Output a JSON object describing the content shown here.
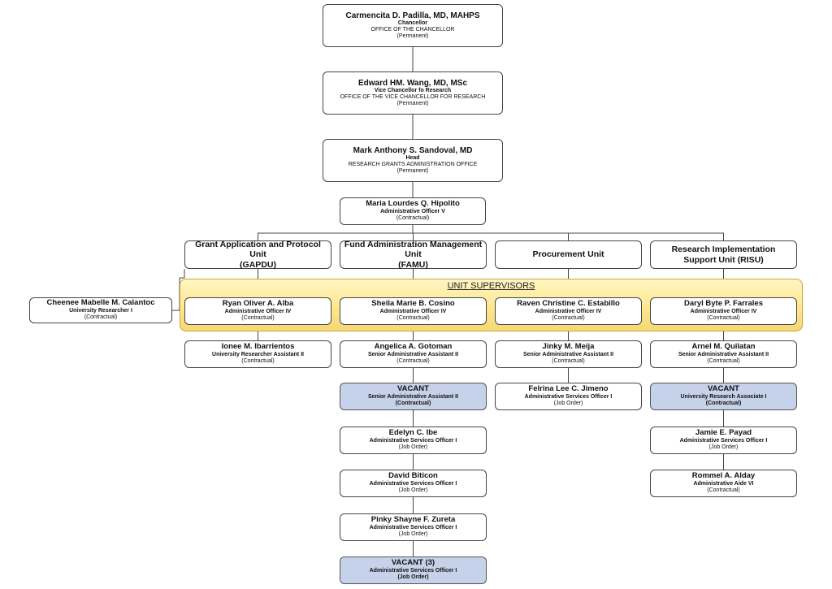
{
  "top": [
    {
      "name": "Carmencita D. Padilla, MD, MAHPS",
      "title": "Chancellor",
      "office": "OFFICE OF THE CHANCELLOR",
      "status": "(Permanent)"
    },
    {
      "name": "Edward HM. Wang, MD, MSc",
      "title": "Vice Chancellor fo Research",
      "office": "OFFICE OF THE VICE CHANCELLOR FOR RESEARCH",
      "status": "(Permanent)"
    },
    {
      "name": "Mark Anthony S. Sandoval, MD",
      "title": "Head",
      "office": "RESEARCH GRANTS ADMINISTRATION OFFICE",
      "status": "(Permanent)"
    },
    {
      "name": "Maria Lourdes Q. Hipolito",
      "title": "Administrative Officer V",
      "status": "(Contractual)"
    }
  ],
  "units": [
    "Grant Application and Protocol Unit (GAPDU)",
    "Fund Administration Management Unit (FAMU)",
    "Procurement Unit",
    "Research Implementation Support Unit (RISU)"
  ],
  "unit_lines": [
    [
      "Grant Application and Protocol",
      "Unit",
      "(GAPDU)"
    ],
    [
      "Fund Administration Management",
      "Unit",
      "(FAMU)"
    ],
    [
      "Procurement Unit"
    ],
    [
      "Research Implementation",
      "Support Unit (RISU)"
    ]
  ],
  "supervisors_label": "UNIT SUPERVISORS",
  "side": {
    "name": "Cheenee Mabelle M. Calantoc",
    "title": "University Researcher I",
    "status": "(Contractual)"
  },
  "columns": [
    [
      {
        "name": "Ryan Oliver A. Alba",
        "title": "Administrative Officer IV",
        "status": "(Contractual)"
      },
      {
        "name": "Ionee M. Ibarrientos",
        "title": "University Researcher Assistant II",
        "status": "(Contractual)"
      }
    ],
    [
      {
        "name": "Sheila Marie B. Cosino",
        "title": "Administrative Officer IV",
        "status": "(Contractual)"
      },
      {
        "name": "Angelica A. Gotoman",
        "title": "Senior Administrative Assistant II",
        "status": "(Contractual)"
      },
      {
        "name": "VACANT",
        "title": "Senior Administrative Assistant II",
        "status": "(Contractual)",
        "vacant": true
      },
      {
        "name": "Edelyn C. Ibe",
        "title": "Administrative Services Officer I",
        "status": "(Job Order)"
      },
      {
        "name": "David Biticon",
        "title": "Administrative Services Officer I",
        "status": "(Job Order)"
      },
      {
        "name": "Pinky Shayne F. Zureta",
        "title": "Administrative Services Officer I",
        "status": "(Job Order)"
      },
      {
        "name": "VACANT (3)",
        "title": "Administrative Services Officer I",
        "status": "(Job Order)",
        "vacant": true
      }
    ],
    [
      {
        "name": "Raven Christine C. Estabillo",
        "title": "Administrative Officer IV",
        "status": "(Contractual)"
      },
      {
        "name": "Jinky M. Meija",
        "title": "Senior Administrative Assistant II",
        "status": "(Contractual)"
      },
      {
        "name": "Felrina Lee C. Jimeno",
        "title": "Administrative Services Officer I",
        "status": "(Job Order)"
      }
    ],
    [
      {
        "name": "Daryl Byte P. Farrales",
        "title": "Administrative Officer IV",
        "status": "(Contractual)"
      },
      {
        "name": "Arnel M. Quilatan",
        "title": "Senior Administrative Assistant II",
        "status": "(Contractual)"
      },
      {
        "name": "VACANT",
        "title": "University Research Associate I",
        "status": "(Contractual)",
        "vacant": true
      },
      {
        "name": "Jamie E. Payad",
        "title": "Administrative Services Officer I",
        "status": "(Job Order)"
      },
      {
        "name": "Rommel A. Alday",
        "title": "Administrative Aide VI",
        "status": "(Contractual)"
      }
    ]
  ]
}
